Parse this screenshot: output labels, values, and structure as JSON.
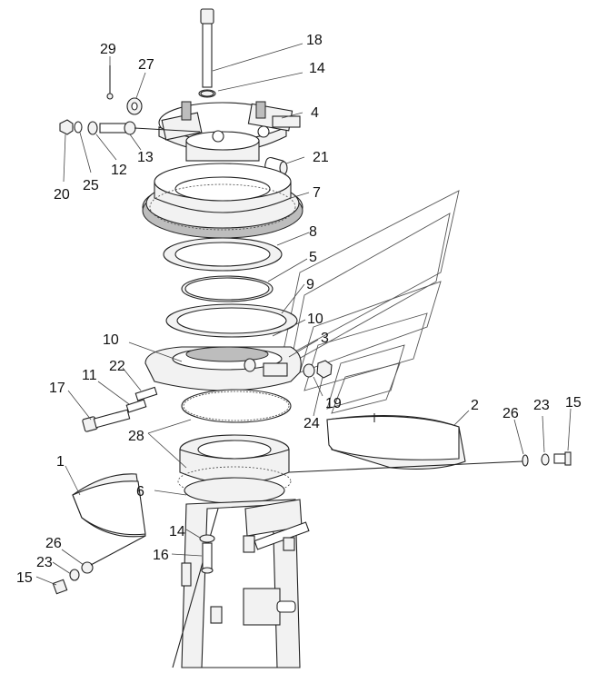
{
  "figure": {
    "callouts": [
      "18",
      "14",
      "4",
      "29",
      "27",
      "13",
      "12",
      "20",
      "25",
      "21",
      "7",
      "8",
      "5",
      "9",
      "10",
      "10",
      "3",
      "22",
      "11",
      "17",
      "19",
      "24",
      "28",
      "2",
      "26",
      "23",
      "15",
      "1",
      "6",
      "14",
      "16",
      "26",
      "23",
      "15"
    ]
  }
}
